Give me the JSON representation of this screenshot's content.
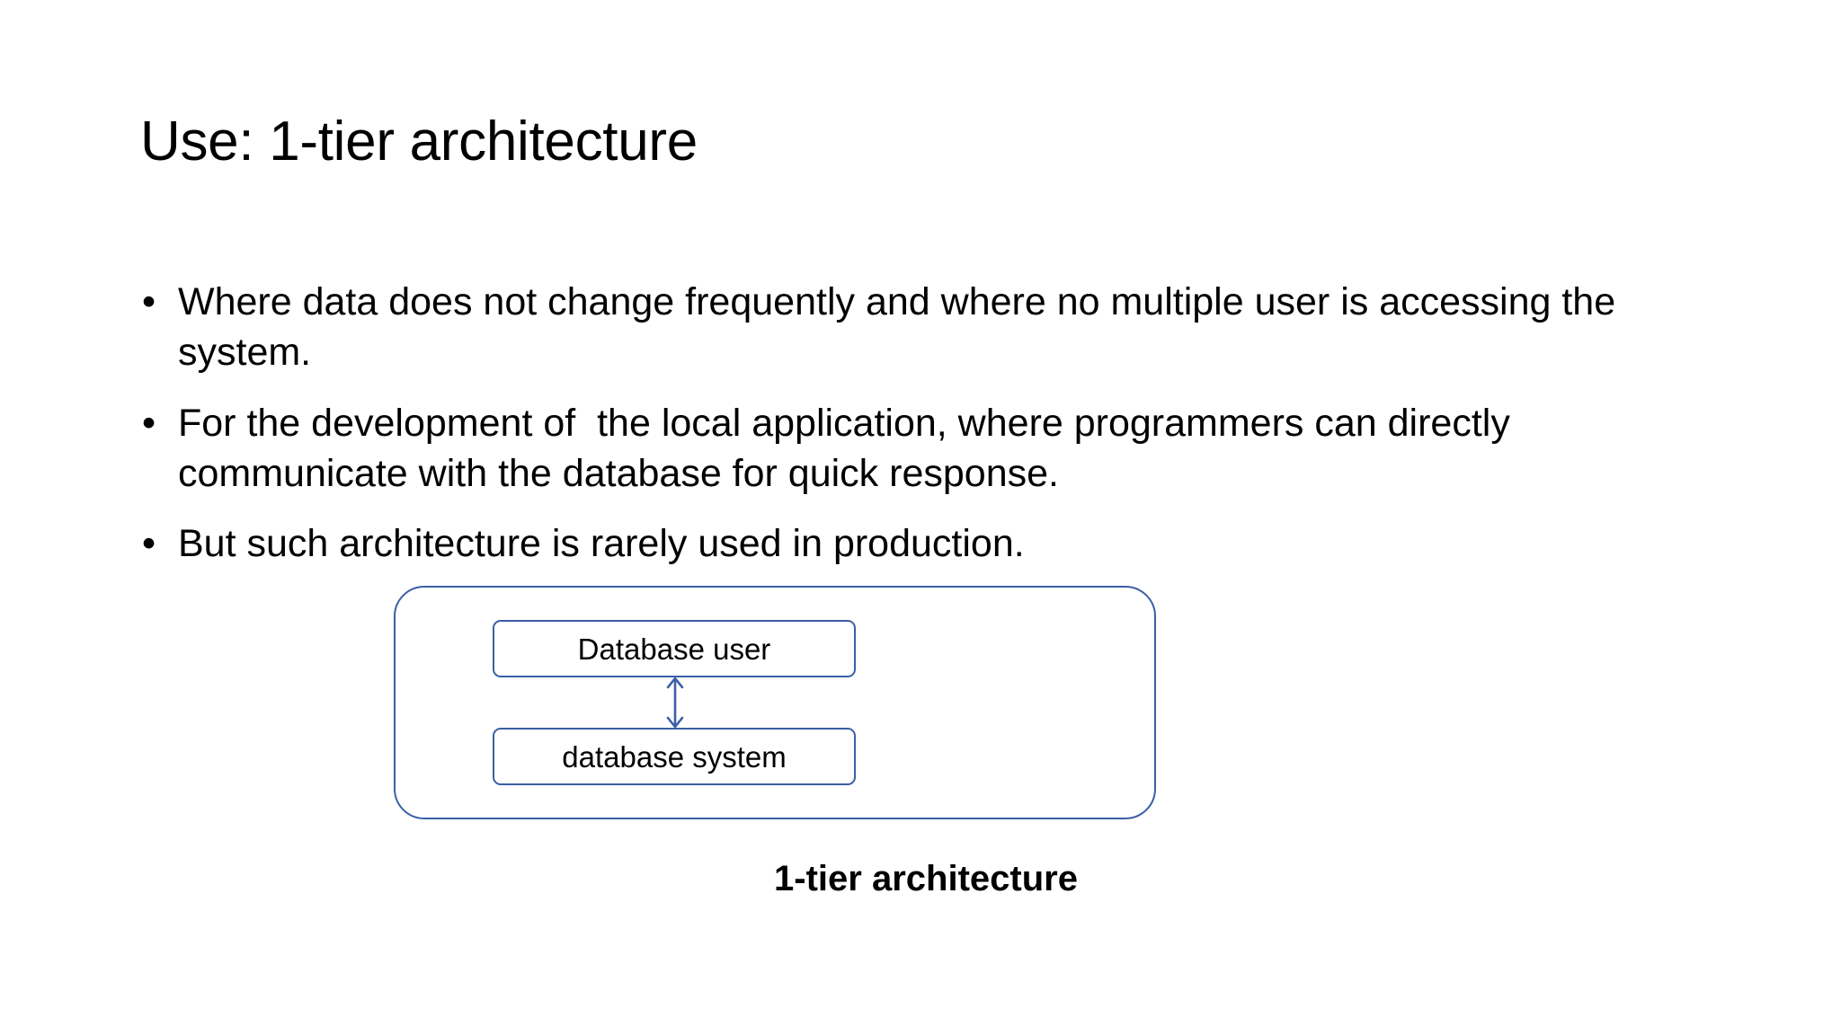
{
  "slide": {
    "title": "Use: 1-tier architecture",
    "background_color": "#ffffff",
    "text_color": "#000000",
    "accent_color": "#3a5fa5"
  },
  "bullets": [
    {
      "marker": "•",
      "text": "Where data does not change frequently and where no multiple user is accessing the system."
    },
    {
      "marker": "•",
      "text": "For the development of  the local application, where programmers can directly communicate with the database for quick response."
    },
    {
      "marker": "•",
      "text": "But such architecture is rarely used in production."
    }
  ],
  "diagram": {
    "outer_label": "",
    "boxes": [
      {
        "label": "Database user"
      },
      {
        "label": "database system"
      }
    ],
    "connector": {
      "type": "double-headed-arrow",
      "color": "#3a5fa5"
    },
    "caption": "1-tier architecture"
  }
}
